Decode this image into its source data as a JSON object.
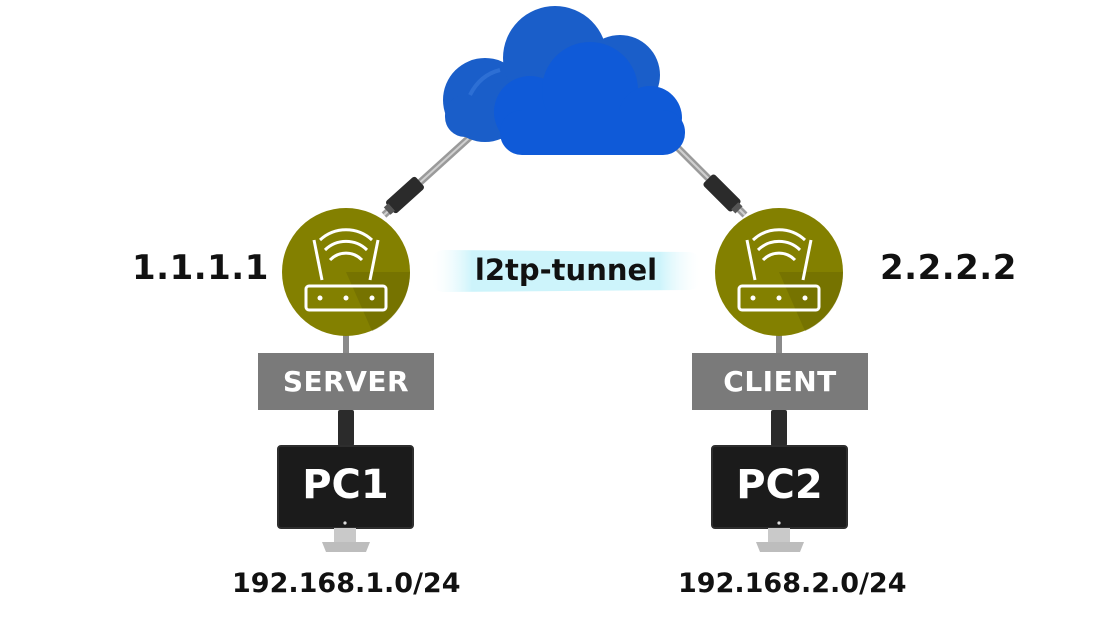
{
  "cloud": {
    "color_back": "#1a5ec9",
    "color_front": "#0f5ad8"
  },
  "tunnel": {
    "label": "l2tp-tunnel",
    "color": "#cdf4fb"
  },
  "router_color": "#838000",
  "nodes": {
    "server": {
      "ip": "1.1.1.1",
      "role": "SERVER",
      "pc": "PC1",
      "network": "192.168.1.0/24"
    },
    "client": {
      "ip": "2.2.2.2",
      "role": "CLIENT",
      "pc": "PC2",
      "network": "192.168.2.0/24"
    }
  },
  "icons": {
    "router": "wifi-router-icon",
    "pc": "monitor-icon",
    "cloud": "cloud-icon",
    "connector": "cable-connector-icon"
  }
}
